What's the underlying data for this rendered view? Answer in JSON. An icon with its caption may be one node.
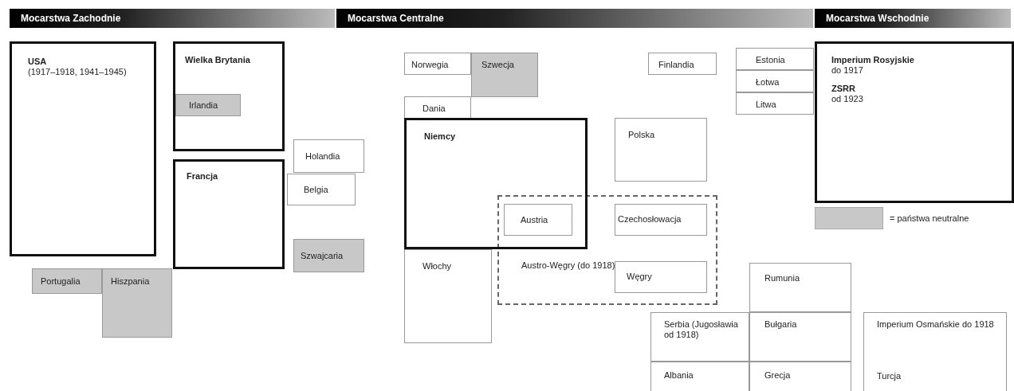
{
  "diagram": {
    "nodes": [
      {
        "text": [
          "Mocarstwa Zachodnie"
        ]
      },
      {
        "text": [
          "Mocarstwa Centralne"
        ]
      },
      {
        "text": [
          "Mocarstwa Wschodnie"
        ]
      },
      {
        "text": [
          "USA",
          "(1917–1918, 1941–1945)"
        ]
      },
      {
        "text": [
          "Wielka Brytania"
        ]
      },
      {
        "text": [
          "Irlandia"
        ],
        "in": 4
      },
      {
        "text": [
          "Holandia"
        ]
      },
      {
        "text": [
          "Belgia"
        ]
      },
      {
        "text": [
          "Francja"
        ]
      },
      {
        "text": [
          "Szwajcaria"
        ]
      },
      {
        "text": [
          "Portugalia"
        ]
      },
      {
        "text": [
          "Hiszpania"
        ]
      },
      {
        "text": [
          "Norwegia"
        ]
      },
      {
        "text": [
          "Szwecja"
        ]
      },
      {
        "text": [
          "Dania"
        ]
      },
      {
        "text": [
          "Niemcy"
        ]
      },
      {
        "text": [
          "Włochy"
        ]
      },
      {
        "text": [
          "Austro-Węgry (do 1918)"
        ]
      },
      {
        "text": [
          "Austria"
        ]
      },
      {
        "text": [
          "Czechosłowacja"
        ],
        "in": 17
      },
      {
        "text": [
          "Węgry"
        ],
        "in": 17
      },
      {
        "text": [
          "Polska"
        ]
      },
      {
        "text": [
          "Finlandia"
        ]
      },
      {
        "text": [
          "Estonia"
        ]
      },
      {
        "text": [
          "Łotwa"
        ]
      },
      {
        "text": [
          "Litwa"
        ]
      },
      {
        "text": [
          "Imperium Rosyjskie",
          "do 1917",
          "ZSRR",
          "od 1923"
        ]
      },
      {
        "text": [
          "Rumunia"
        ]
      },
      {
        "text": [
          "Serbia (Jugosławia od 1918)"
        ]
      },
      {
        "text": [
          "Bułgaria"
        ]
      },
      {
        "text": [
          "Albania"
        ]
      },
      {
        "text": [
          "Grecja"
        ]
      },
      {
        "text": [
          "Imperium Osmańskie do 1918",
          "Turcja"
        ]
      }
    ],
    "legend": [
      {
        "text": "= państwa neutralne",
        "color": "#c8c8c8"
      }
    ]
  }
}
